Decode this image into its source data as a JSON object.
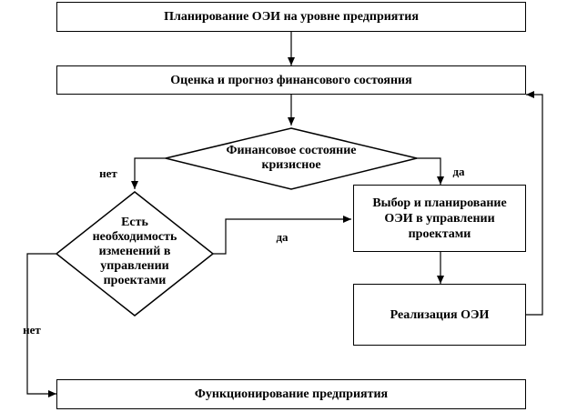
{
  "boxes": {
    "planning": "Планирование ОЭИ на уровне предприятия",
    "assessment": "Оценка и прогноз финансового состояния",
    "selection": "Выбор и планирование ОЭИ в управлении проектами",
    "implementation": "Реализация ОЭИ",
    "functioning": "Функционирование предприятия"
  },
  "decisions": {
    "crisis": "Финансовое состояние кризисное",
    "need_change": "Есть необходимость изменений в управлении проектами"
  },
  "labels": {
    "crisis_no": "нет",
    "crisis_yes": "да",
    "change_yes": "да",
    "change_no": "нет"
  }
}
